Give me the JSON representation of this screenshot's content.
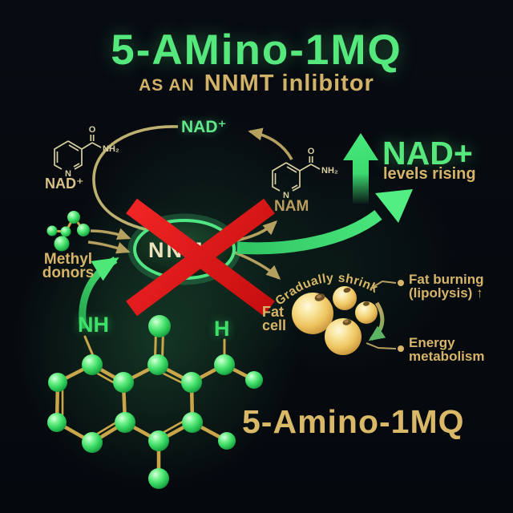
{
  "title": "5-AMino-1MQ",
  "subtitle": {
    "small": "AS AN",
    "large": "NNMT inlibitor"
  },
  "cycle": {
    "nad_top_label": "NAD⁺",
    "nad_structure_name": "NAD⁺",
    "nam_structure_name": "NAM",
    "nnmt": "NNMT",
    "atoms": {
      "o": "O",
      "nh2": "NH₂",
      "n": "N"
    }
  },
  "left": {
    "methyl_line1": "Methyl",
    "methyl_line2": "donors"
  },
  "result": {
    "headline": "NAD+",
    "subline": "levels rising"
  },
  "fat": {
    "cell_line1": "Fat",
    "cell_line2": "cell",
    "shrink": "Gradually shrink",
    "burning_line1": "Fat burning",
    "burning_line2": "(lipolysis) ↑",
    "energy_line1": "Energy",
    "energy_line2": "metabolism"
  },
  "molecule": {
    "nh": "NH",
    "h": "H",
    "name": "5-Amino-1MQ"
  },
  "colors": {
    "background": "#070b10",
    "title_green": "#55e97d",
    "gold_text": "#d6b469",
    "pale_structure_lines": "#d8cfa0",
    "green_arrow": "#3ee374",
    "gold_arrow": "#b5a060",
    "nnmt_border": "#4fe582",
    "nnmt_text": "#eee2bd",
    "red_cross": "#e11b1b",
    "fat_cell": "#eec45f",
    "molecule_ball": "#3fdd67",
    "bond_gold": "#c9a64a"
  }
}
